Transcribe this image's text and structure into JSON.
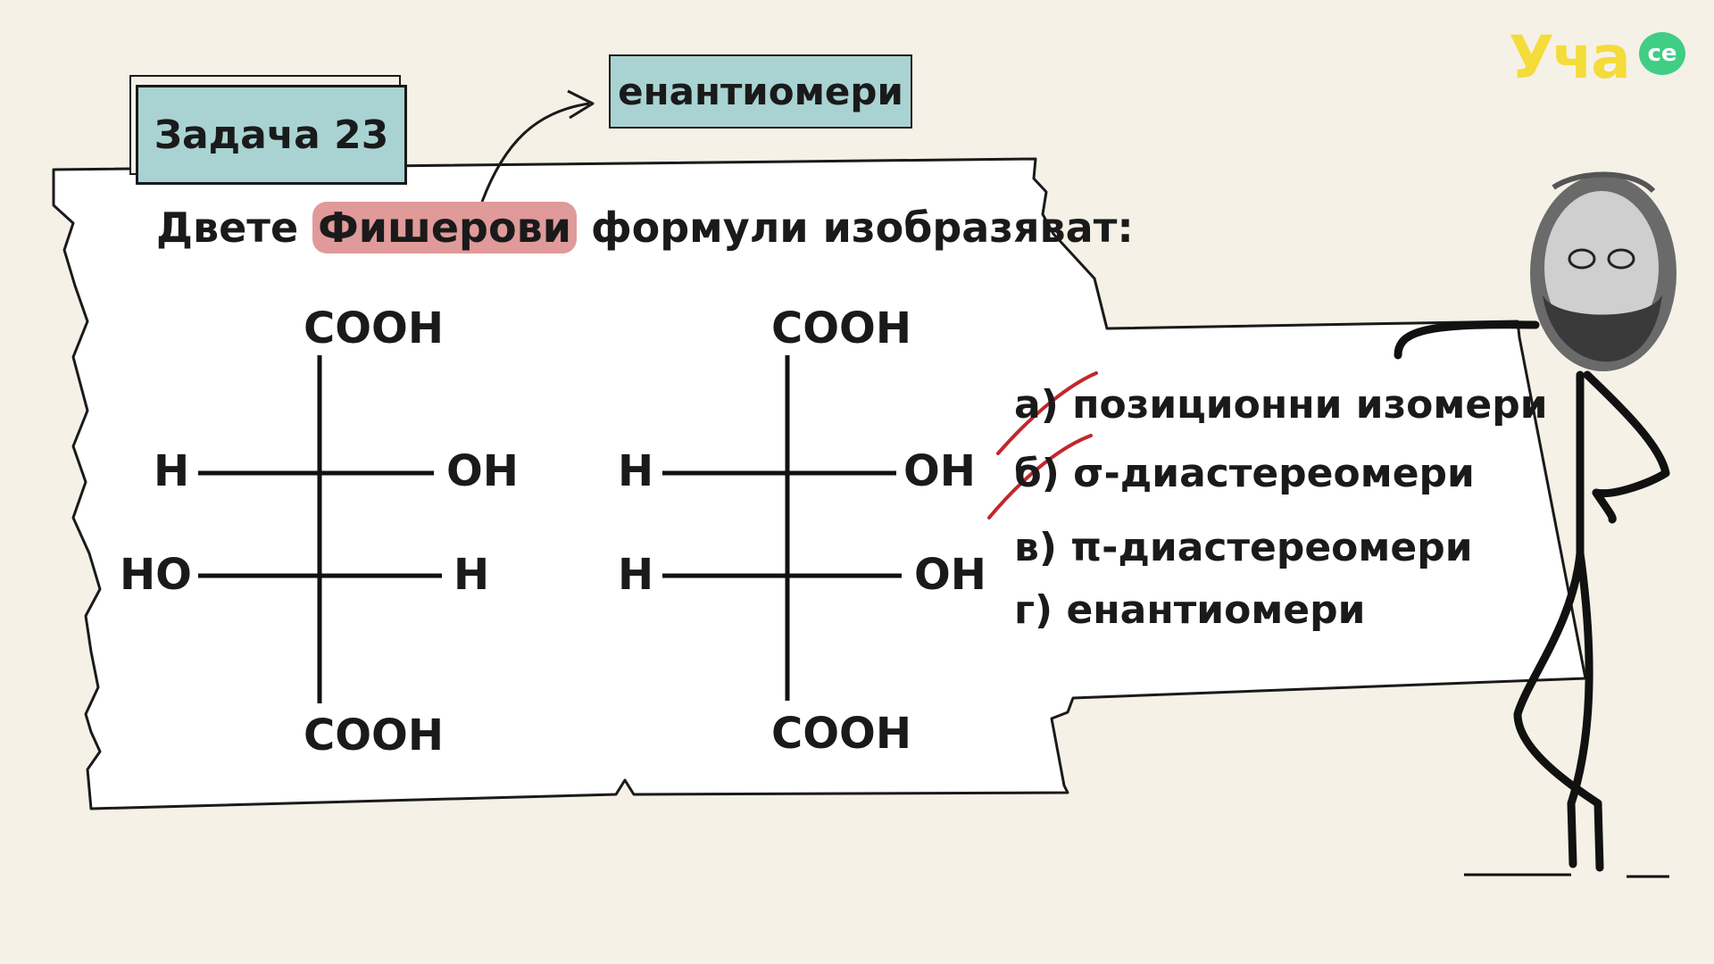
{
  "task": {
    "title": "Задача 23",
    "answer_tag": "енантиомери"
  },
  "question": {
    "before": "Двете ",
    "highlight": "Фишерови",
    "after": " формули изобразяват:"
  },
  "formula_left": {
    "top": "COOH",
    "bottom": "COOH",
    "row1_left": "H",
    "row1_right": "OH",
    "row2_left": "HO",
    "row2_right": "H"
  },
  "formula_right": {
    "top": "COOH",
    "bottom": "COOH",
    "row1_left": "H",
    "row1_right": "OH",
    "row2_left": "H",
    "row2_right": "OH"
  },
  "options": [
    {
      "letter": "а)",
      "text": "позиционни изомери",
      "crossed": true
    },
    {
      "letter": "б)",
      "text": "σ-диастереомери",
      "crossed": true
    },
    {
      "letter": "в)",
      "text": "π-диастереомери",
      "crossed": false
    },
    {
      "letter": "г)",
      "text": "енантиомери",
      "crossed": false
    }
  ],
  "logo": {
    "text": "Уча",
    "badge": "се"
  },
  "colors": {
    "background": "#f5f1e7",
    "paper": "#ffffff",
    "teal_box": "#a9d3d2",
    "highlight": "#e09a9a",
    "cross_mark": "#c0282d",
    "logo_yellow": "#f4dc3a",
    "logo_green": "#3fce84"
  }
}
